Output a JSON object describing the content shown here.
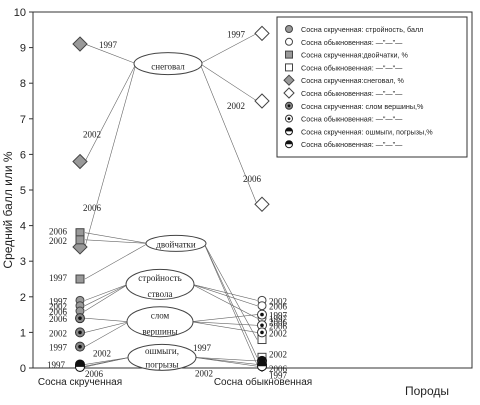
{
  "chart_data": {
    "type": "scatter",
    "title": "",
    "ylabel": "Средний балл или %",
    "xlabel": "Породы",
    "ylim": [
      0,
      10
    ],
    "yticks": [
      0,
      1,
      2,
      3,
      4,
      5,
      6,
      7,
      8,
      9,
      10
    ],
    "categories": [
      "Сосна скрученная",
      "Сосна обыкновенная"
    ],
    "grid": false,
    "legend_position": "top-right",
    "legend": [
      {
        "label": "Сосна скрученная: стройность, балл",
        "marker": "circle-gray"
      },
      {
        "label": "Сосна обыкновенная: —\"—\"—",
        "marker": "circle-open"
      },
      {
        "label": "Сосна скрученная:двойчатки, %",
        "marker": "square-gray"
      },
      {
        "label": "Сосна обыкновенная: —\"—\"—",
        "marker": "square-open"
      },
      {
        "label": "Сосна скрученная:снеговал, %",
        "marker": "diamond-gray"
      },
      {
        "label": "Сосна обыкновенная: —\"—\"—",
        "marker": "diamond-open"
      },
      {
        "label": "Сосна скрученная: слом вершины,%",
        "marker": "circle-dot-gray"
      },
      {
        "label": "Сосна обыкновенная: —\"—\"—",
        "marker": "circle-dot-open"
      },
      {
        "label": "Сосна скрученная: ошмыги, погрызы,%",
        "marker": "circle-half-dark"
      },
      {
        "label": "Сосна обыкновенная: —\"—\"—",
        "marker": "circle-half-dark"
      }
    ],
    "series": [
      {
        "name": "снеговал",
        "marker": "diamond",
        "points": [
          {
            "year": "1997",
            "skr": 9.1,
            "obyk": 9.4
          },
          {
            "year": "2002",
            "skr": 5.8,
            "obyk": 7.5
          },
          {
            "year": "2006",
            "skr": 3.4,
            "obyk": 4.6
          }
        ]
      },
      {
        "name": "двойчатки",
        "marker": "square",
        "points": [
          {
            "year": "2006",
            "skr": 3.8,
            "obyk": 0.8
          },
          {
            "year": "2002",
            "skr": 3.6,
            "obyk": 0.3
          },
          {
            "year": "1997",
            "skr": 2.5,
            "obyk": 0.1
          }
        ]
      },
      {
        "name": "стройность ствола",
        "marker": "circle",
        "points": [
          {
            "year": "1997",
            "skr": 1.9,
            "obyk": 1.4
          },
          {
            "year": "2002",
            "skr": 1.75,
            "obyk": 1.9
          },
          {
            "year": "2006",
            "skr": 1.6,
            "obyk": 1.75
          }
        ]
      },
      {
        "name": "слом вершины",
        "marker": "circle-dot",
        "points": [
          {
            "year": "2006",
            "skr": 1.4,
            "obyk": 1.2
          },
          {
            "year": "2002",
            "skr": 1.0,
            "obyk": 1.0
          },
          {
            "year": "1997",
            "skr": 0.6,
            "obyk": 1.5
          }
        ]
      },
      {
        "name": "ошмыги, погрызы",
        "marker": "circle-half",
        "points": [
          {
            "year": "1997",
            "skr": 0.05,
            "obyk": 0.2
          },
          {
            "year": "2002",
            "skr": 0.1,
            "obyk": 0.1
          },
          {
            "year": "2006",
            "skr": 0.03,
            "obyk": 0.05
          }
        ]
      }
    ],
    "group_labels": [
      {
        "text": "снеговал",
        "value": 8.5
      },
      {
        "text": "двойчатки",
        "value": 3.5
      },
      {
        "text": "стройность",
        "value": 2.55
      },
      {
        "text": "ствола",
        "value": 2.1
      },
      {
        "text": "слом",
        "value": 1.5
      },
      {
        "text": "вершины",
        "value": 1.05
      },
      {
        "text": "ошмыги,",
        "value": 0.5
      },
      {
        "text": "погрызы",
        "value": 0.12
      }
    ]
  }
}
